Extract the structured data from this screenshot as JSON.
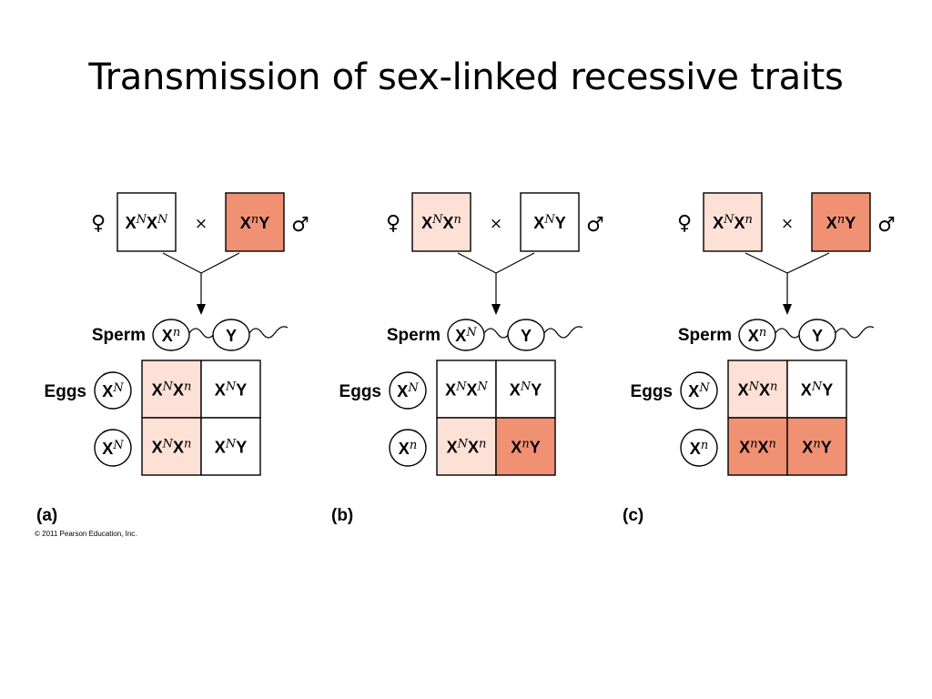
{
  "title": "Transmission of sex-linked recessive traits",
  "colors": {
    "carrier": "#fde0d6",
    "affected": "#f09174",
    "normal": "#ffffff",
    "line": "#000000"
  },
  "labels": {
    "sperm": "Sperm",
    "eggs": "Eggs",
    "female_symbol": "♀",
    "male_symbol": "♂",
    "cross_symbol": "×"
  },
  "copyright": "© 2011 Pearson Education, Inc.",
  "panels": [
    {
      "id": "a",
      "label": "(a)",
      "female": {
        "genotype": "XNXN",
        "color": "normal"
      },
      "male": {
        "genotype": "XnY",
        "color": "affected"
      },
      "sperm": [
        "Xn",
        "Y"
      ],
      "eggs": [
        "XN",
        "XN"
      ],
      "cells": [
        [
          {
            "genotype": "XNXn",
            "color": "carrier"
          },
          {
            "genotype": "XNY",
            "color": "normal"
          }
        ],
        [
          {
            "genotype": "XNXn",
            "color": "carrier"
          },
          {
            "genotype": "XNY",
            "color": "normal"
          }
        ]
      ]
    },
    {
      "id": "b",
      "label": "(b)",
      "female": {
        "genotype": "XNXn",
        "color": "carrier"
      },
      "male": {
        "genotype": "XNY",
        "color": "normal"
      },
      "sperm": [
        "XN",
        "Y"
      ],
      "eggs": [
        "XN",
        "Xn"
      ],
      "cells": [
        [
          {
            "genotype": "XNXN",
            "color": "normal"
          },
          {
            "genotype": "XNY",
            "color": "normal"
          }
        ],
        [
          {
            "genotype": "XNXn",
            "color": "carrier"
          },
          {
            "genotype": "XnY",
            "color": "affected"
          }
        ]
      ]
    },
    {
      "id": "c",
      "label": "(c)",
      "female": {
        "genotype": "XNXn",
        "color": "carrier"
      },
      "male": {
        "genotype": "XnY",
        "color": "affected"
      },
      "sperm": [
        "Xn",
        "Y"
      ],
      "eggs": [
        "XN",
        "Xn"
      ],
      "cells": [
        [
          {
            "genotype": "XNXn",
            "color": "carrier"
          },
          {
            "genotype": "XNY",
            "color": "normal"
          }
        ],
        [
          {
            "genotype": "XnXn",
            "color": "affected"
          },
          {
            "genotype": "XnY",
            "color": "affected"
          }
        ]
      ]
    }
  ]
}
